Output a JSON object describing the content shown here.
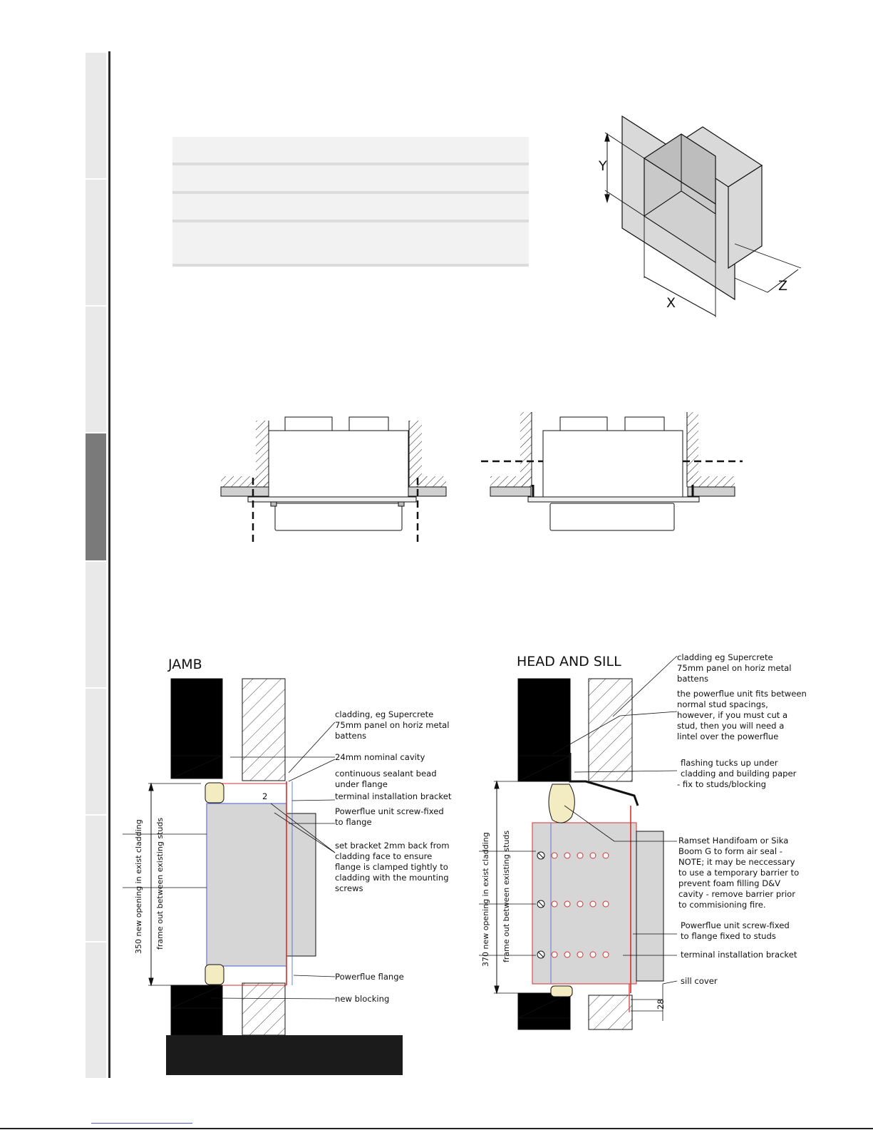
{
  "figure1": {
    "label_y": "Y",
    "label_x": "X",
    "label_z": "Z"
  },
  "jamb": {
    "title": "JAMB",
    "callouts": [
      "cladding, eg Supercrete",
      "75mm panel on horiz metal",
      "battens",
      "24mm nominal cavity",
      "continuous sealant bead",
      "under flange",
      "terminal installation bracket",
      "Powerflue unit screw-fixed",
      "to flange",
      "set bracket 2mm back from",
      "cladding face to ensure",
      "flange is clamped tightly to",
      "cladding with the mounting",
      "screws",
      "Powerflue flange",
      "new blocking"
    ],
    "dim_main": "350 new opening in exist cladding",
    "dim_sub": "frame out between existing studs",
    "dim_small": "2"
  },
  "head_sill": {
    "title": "HEAD AND SILL",
    "callouts": [
      "cladding eg Supercrete",
      "75mm panel on horiz metal",
      "battens",
      "the powerflue unit fits between",
      "normal stud spacings,",
      "however, if you must cut a",
      "stud, then you will need a",
      "lintel over the powerflue",
      "flashing tucks up under",
      "cladding and building paper",
      " - fix to studs/blocking",
      "Ramset Handifoam or Sika",
      "Boom G to form air seal -",
      "NOTE; it may be neccessary",
      "to use a temporary barrier to",
      "prevent foam filling D&V",
      "cavity - remove barrier prior",
      "to commisioning fire.",
      "Powerflue unit screw-fixed",
      "to flange fixed to studs",
      "terminal installation bracket",
      "sill cover"
    ],
    "dim_main": "370 new opening in exist cladding",
    "dim_sub": "frame out between existing studs",
    "dim_small": "28"
  },
  "colors": {
    "ink": "#111111",
    "fill_grey": "#d6d6d6",
    "red": "#d83030",
    "blue": "#4a5fd0",
    "foam": "#f3ecc2"
  }
}
